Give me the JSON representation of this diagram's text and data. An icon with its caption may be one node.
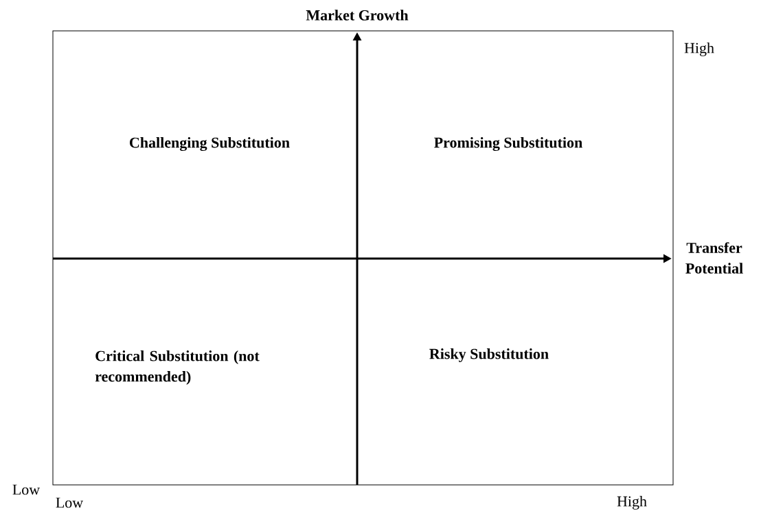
{
  "diagram": {
    "labels": [
      "Market Growth",
      "High",
      "Challenging Substitution",
      "Promising Substitution",
      "Transfer Potential",
      "Critical Substitution (not recommended)",
      "Risky Substitution",
      "Low",
      "Low",
      "High"
    ]
  }
}
